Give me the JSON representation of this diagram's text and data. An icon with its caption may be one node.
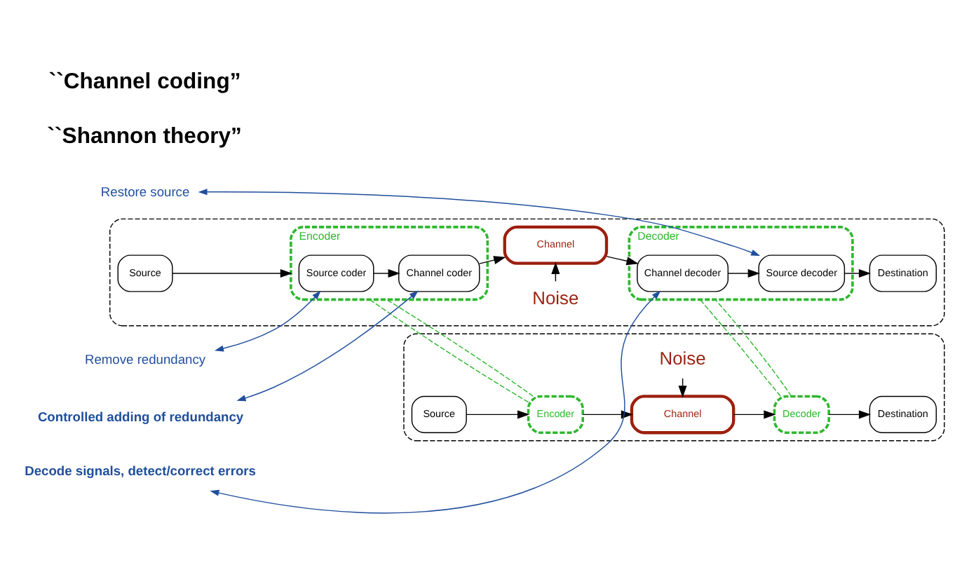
{
  "diagram": {
    "nodes": [
      {
        "text": [],
        "shape": "box"
      },
      {
        "text": [
          "Noise"
        ],
        "in": 0
      },
      {
        "text": [
          "Source"
        ],
        "in": 0
      },
      {
        "text": [
          "Encoder"
        ],
        "in": 0
      },
      {
        "text": [
          "Channel"
        ],
        "in": 0
      },
      {
        "text": [
          "Decoder"
        ],
        "in": 0
      },
      {
        "text": [
          "Destination"
        ],
        "in": 0
      },
      {
        "text": [],
        "shape": "box"
      },
      {
        "text": [
          "Noise"
        ],
        "in": 7
      },
      {
        "text": [
          "Source"
        ],
        "in": 7
      },
      {
        "text": [
          "Encoder"
        ],
        "in": 7
      },
      {
        "text": [
          "Source coder"
        ],
        "in": 10
      },
      {
        "text": [
          "Channel coder"
        ],
        "in": 10
      },
      {
        "text": [
          "Channel"
        ],
        "in": 7
      },
      {
        "text": [
          "Decoder"
        ],
        "in": 7
      },
      {
        "text": [
          "Channel decoder"
        ],
        "in": 14
      },
      {
        "text": [
          "Source decoder"
        ],
        "in": 14
      },
      {
        "text": [
          "Destination"
        ],
        "in": 7
      },
      {
        "text": [
          "Remove redundancy"
        ]
      },
      {
        "text": [
          "Controlled adding of redundancy"
        ]
      },
      {
        "text": [
          "Decode signals, detect/correct errors"
        ]
      },
      {
        "text": [
          "Restore source"
        ]
      }
    ],
    "edges": [
      {
        "from": 1,
        "to": 4,
        "arrow": "to"
      },
      {
        "from": 2,
        "to": 3,
        "arrow": "to"
      },
      {
        "from": 3,
        "to": 4,
        "arrow": "to"
      },
      {
        "from": 4,
        "to": 5,
        "arrow": "to"
      },
      {
        "from": 5,
        "to": 6,
        "arrow": "to"
      },
      {
        "from": 3,
        "to": 10,
        "arrow": "none",
        "style": "dashed",
        "color": "#2eb82e"
      },
      {
        "from": 3,
        "to": 10,
        "arrow": "none",
        "style": "dashed",
        "color": "#2eb82e"
      },
      {
        "from": 5,
        "to": 14,
        "arrow": "none",
        "style": "dashed",
        "color": "#2eb82e"
      },
      {
        "from": 5,
        "to": 14,
        "arrow": "none",
        "style": "dashed",
        "color": "#2eb82e"
      },
      {
        "from": 8,
        "to": 13,
        "arrow": "to"
      },
      {
        "from": 9,
        "to": 10,
        "arrow": "to"
      },
      {
        "from": 11,
        "to": 12,
        "arrow": "to"
      },
      {
        "from": 12,
        "to": 13,
        "arrow": "to"
      },
      {
        "from": 13,
        "to": 15,
        "arrow": "to"
      },
      {
        "from": 15,
        "to": 16,
        "arrow": "to"
      },
      {
        "from": 16,
        "to": 17,
        "arrow": "to"
      },
      {
        "from": 18,
        "to": 11,
        "arrow": "both",
        "color": "#1f4e9c"
      },
      {
        "from": 19,
        "to": 12,
        "arrow": "both",
        "color": "#1f4e9c"
      },
      {
        "from": 20,
        "to": 15,
        "arrow": "both",
        "color": "#1f4e9c"
      },
      {
        "from": 21,
        "to": 16,
        "arrow": "both",
        "color": "#1f4e9c"
      }
    ],
    "labels": [
      "``Shannon theory”",
      "``Channel coding”"
    ]
  }
}
